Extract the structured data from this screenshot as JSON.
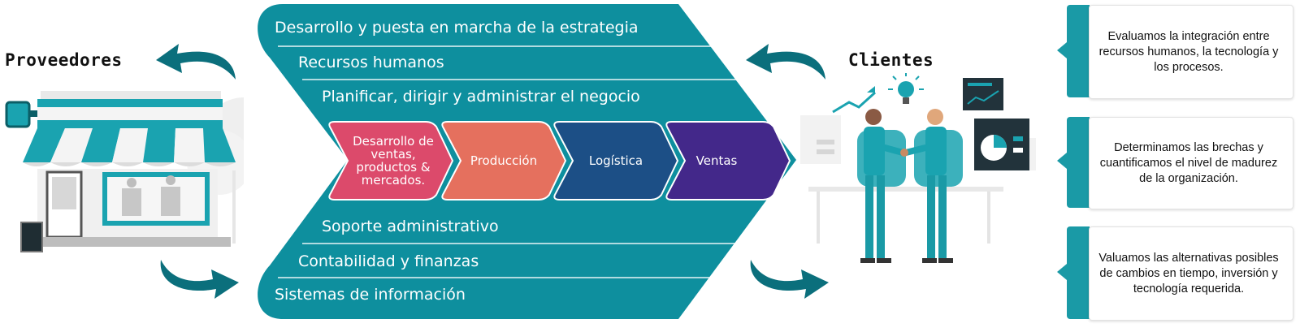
{
  "left_label": "Proveedores",
  "right_label": "Clientes",
  "bands": [
    "Desarrollo y puesta en marcha de la estrategia",
    "Recursos humanos",
    "Planificar, dirigir y administrar el negocio",
    "Soporte administrativo",
    "Contabilidad y finanzas",
    "Sistemas de información"
  ],
  "chevrons": [
    {
      "label": "Desarrollo de ventas, productos & mercados.",
      "color": "#dc4a6b"
    },
    {
      "label": "Producción",
      "color": "#e5705e"
    },
    {
      "label": "Logística",
      "color": "#1c4f86"
    },
    {
      "label": "Ventas",
      "color": "#43288a"
    }
  ],
  "cards": [
    "Evaluamos la integración entre recursos humanos, la tecnología y los procesos.",
    "Determinamos las brechas y cuantificamos el nivel de madurez de la organización.",
    "Valuamos las alternativas posibles de cambios en tiempo, inversión y tecnología requerida."
  ],
  "colors": {
    "teal": "#0e8f9e",
    "teal_dark": "#0b6f7c",
    "teal_light": "#1aa3b0",
    "accent": "#18a0ad"
  },
  "icons": [
    "storefront-icon",
    "businessmen-handshake-icon",
    "curved-arrow-icon"
  ]
}
